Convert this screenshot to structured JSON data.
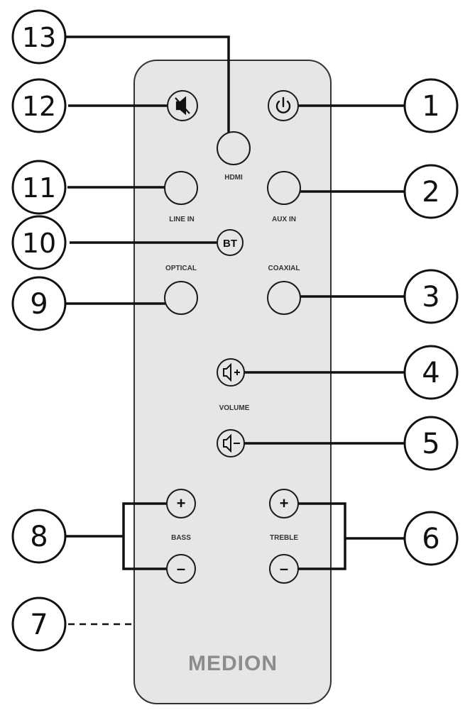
{
  "remote": {
    "brand": "MEDION",
    "labels": {
      "hdmi": "HDMI",
      "line_in": "LINE IN",
      "aux_in": "AUX IN",
      "bt": "BT",
      "optical": "OPTICAL",
      "coaxial": "COAXIAL",
      "volume": "VOLUME",
      "bass": "BASS",
      "treble": "TREBLE"
    },
    "signs": {
      "plus": "+",
      "minus": "–"
    }
  },
  "callouts": {
    "c1": "1",
    "c2": "2",
    "c3": "3",
    "c4": "4",
    "c5": "5",
    "c6": "6",
    "c7": "7",
    "c8": "8",
    "c9": "9",
    "c10": "10",
    "c11": "11",
    "c12": "12",
    "c13": "13"
  },
  "icons": {
    "power": "power-icon",
    "mute": "mute-icon",
    "volume_up": "speaker-plus-icon",
    "volume_down": "speaker-minus-icon"
  },
  "colors": {
    "remote_body": "#e6e6e6",
    "outline": "#1a1a1a",
    "label": "#333333",
    "brand": "#8c8c8c"
  }
}
